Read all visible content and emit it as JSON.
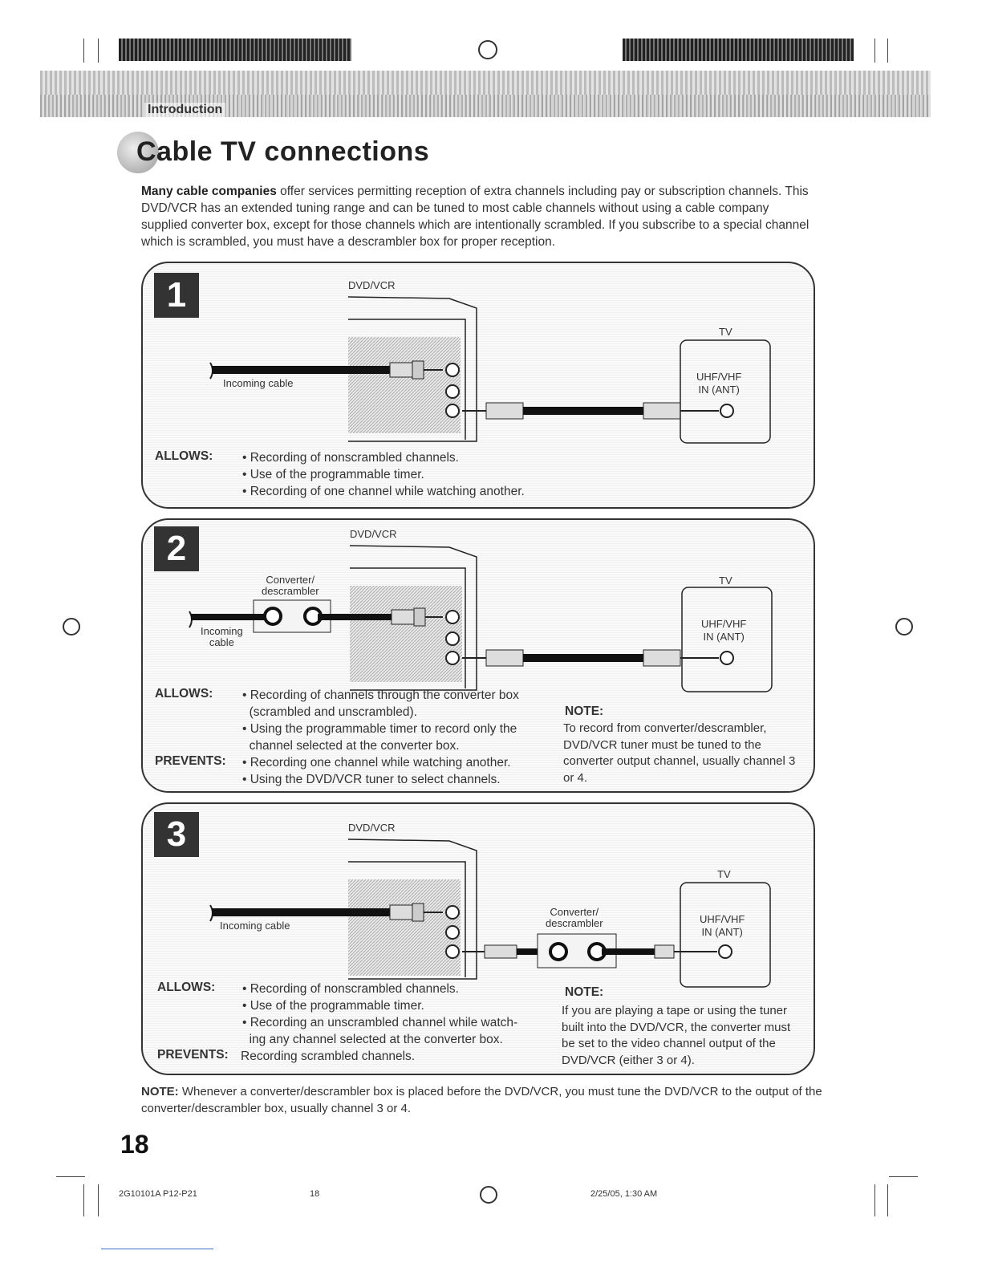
{
  "header": {
    "section": "Introduction"
  },
  "page": {
    "title": "Cable TV connections",
    "intro_bold": "Many cable companies",
    "intro_text": " offer services permitting reception of extra channels including pay or subscription channels. This DVD/VCR has an extended tuning range and can be tuned to most cable channels without using a cable company supplied converter box, except for those channels which are intentionally scrambled. If you subscribe to a special channel which is scrambled, you must have a descrambler box for proper reception.",
    "page_number": "18"
  },
  "panels": [
    {
      "number": "1",
      "dvdvcr_label": "DVD/VCR",
      "tv_label": "TV",
      "tv_input": "UHF/VHF\nIN (ANT)",
      "incoming_label": "Incoming cable",
      "allows_label": "ALLOWS:",
      "allows": [
        "• Recording of nonscrambled channels.",
        "• Use of the programmable timer.",
        "• Recording of one channel while watching another."
      ]
    },
    {
      "number": "2",
      "dvdvcr_label": "DVD/VCR",
      "tv_label": "TV",
      "tv_input": "UHF/VHF\nIN (ANT)",
      "converter_label": "Converter/\ndescrambler",
      "incoming_label": "Incoming\ncable",
      "allows_label": "ALLOWS:",
      "allows": [
        "• Recording of channels through the converter box",
        "  (scrambled and unscrambled).",
        "• Using the programmable timer to record only the",
        "  channel selected at the converter box."
      ],
      "prevents_label": "PREVENTS:",
      "prevents": [
        "• Recording one channel while watching another.",
        "• Using the DVD/VCR tuner to select channels."
      ],
      "note_label": "NOTE:",
      "note": "To record from converter/descrambler, DVD/VCR tuner must be tuned to the converter output channel, usually channel 3 or 4."
    },
    {
      "number": "3",
      "dvdvcr_label": "DVD/VCR",
      "tv_label": "TV",
      "tv_input": "UHF/VHF\nIN (ANT)",
      "converter_label": "Converter/\ndescrambler",
      "incoming_label": "Incoming cable",
      "allows_label": "ALLOWS:",
      "allows": [
        "• Recording of nonscrambled channels.",
        "• Use of the programmable timer.",
        "• Recording an unscrambled channel while watch-",
        "  ing any channel selected at the converter box."
      ],
      "prevents_label": "PREVENTS:",
      "prevents_text": "Recording scrambled channels.",
      "note_label": "NOTE:",
      "note": "If you are playing a tape or using the tuner built into the DVD/VCR, the converter must be set to the video channel output of the DVD/VCR (either 3 or 4)."
    }
  ],
  "footer_note": {
    "label": "NOTE:",
    "text": " Whenever a converter/descrambler box is placed before the DVD/VCR, you must tune the DVD/VCR to the output of the converter/descrambler box, usually channel 3 or 4."
  },
  "print_info": {
    "code": "2G10101A P12-P21",
    "page": "18",
    "date": "2/25/05, 1:30 AM"
  }
}
